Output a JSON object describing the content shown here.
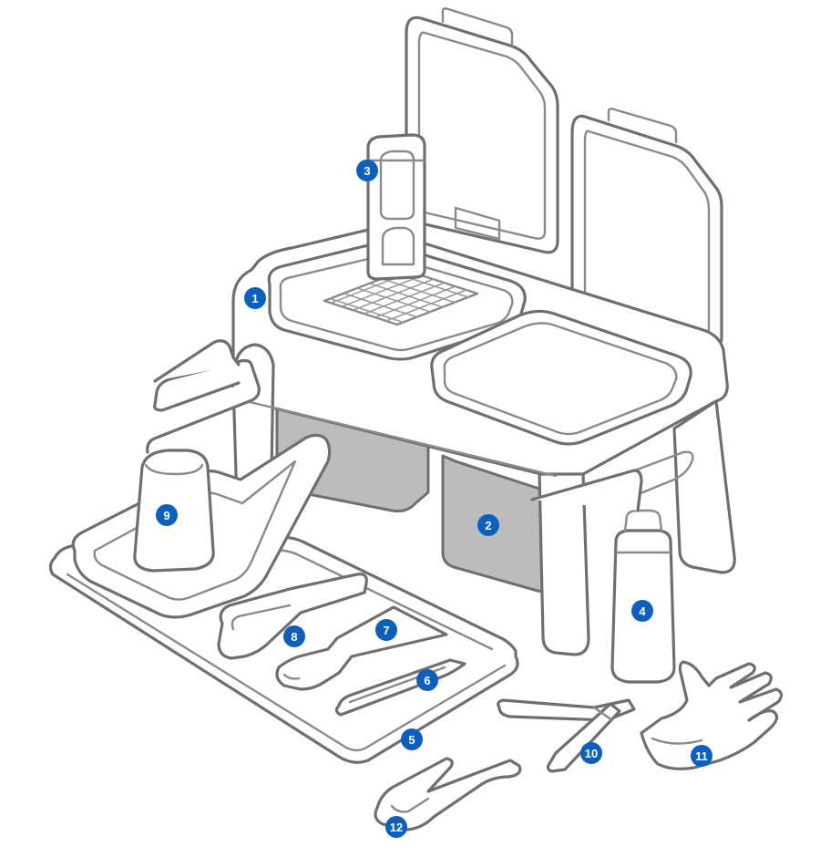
{
  "markers": [
    {
      "id": "1",
      "label": "1"
    },
    {
      "id": "2",
      "label": "2"
    },
    {
      "id": "3",
      "label": "3"
    },
    {
      "id": "4",
      "label": "4"
    },
    {
      "id": "5",
      "label": "5"
    },
    {
      "id": "6",
      "label": "6"
    },
    {
      "id": "7",
      "label": "7"
    },
    {
      "id": "8",
      "label": "8"
    },
    {
      "id": "9",
      "label": "9"
    },
    {
      "id": "10",
      "label": "10"
    },
    {
      "id": "11",
      "label": "11"
    },
    {
      "id": "12",
      "label": "12"
    }
  ],
  "colors": {
    "marker": "#0d5fbf",
    "line": "#6f6f6f",
    "container_fill": "#bcbcbc"
  },
  "icons": {
    "main": "wash-station-illustration"
  }
}
